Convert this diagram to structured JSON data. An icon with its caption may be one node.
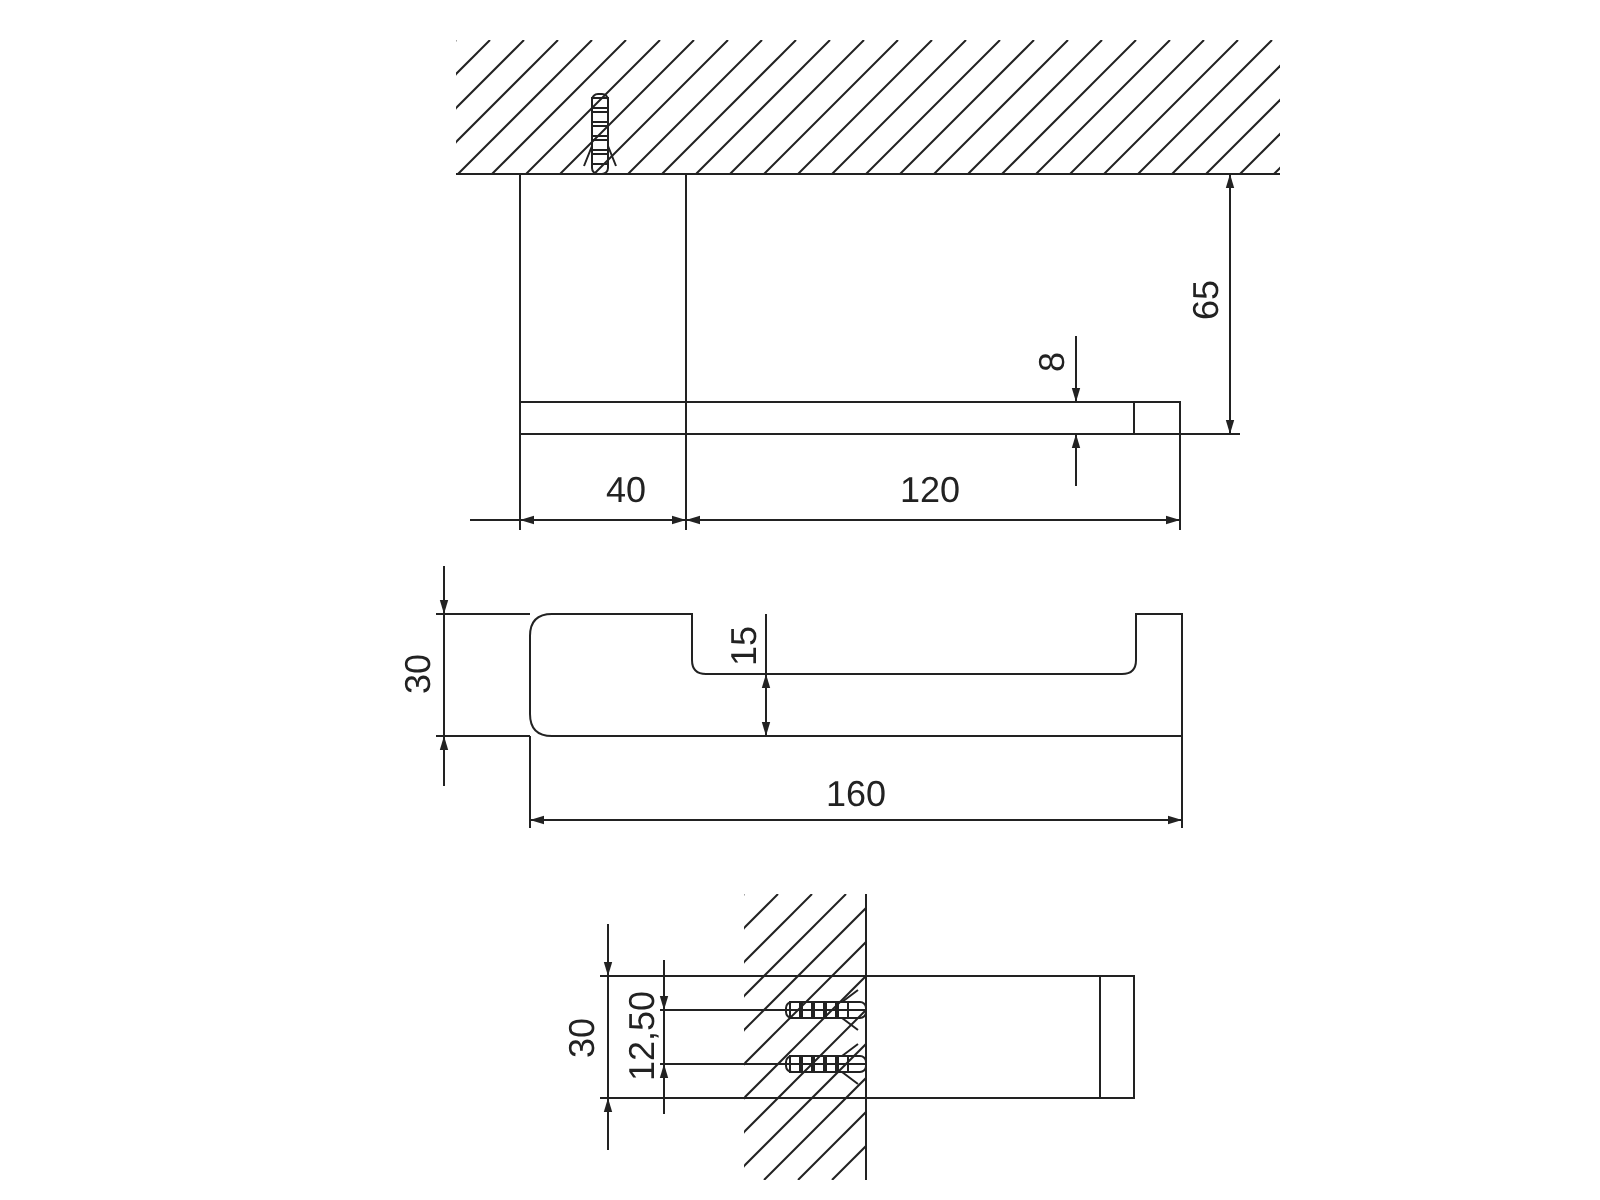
{
  "diagram": {
    "labels": [
      "65",
      "8",
      "40",
      "120",
      "30",
      "15",
      "160",
      "30",
      "12,50"
    ]
  }
}
